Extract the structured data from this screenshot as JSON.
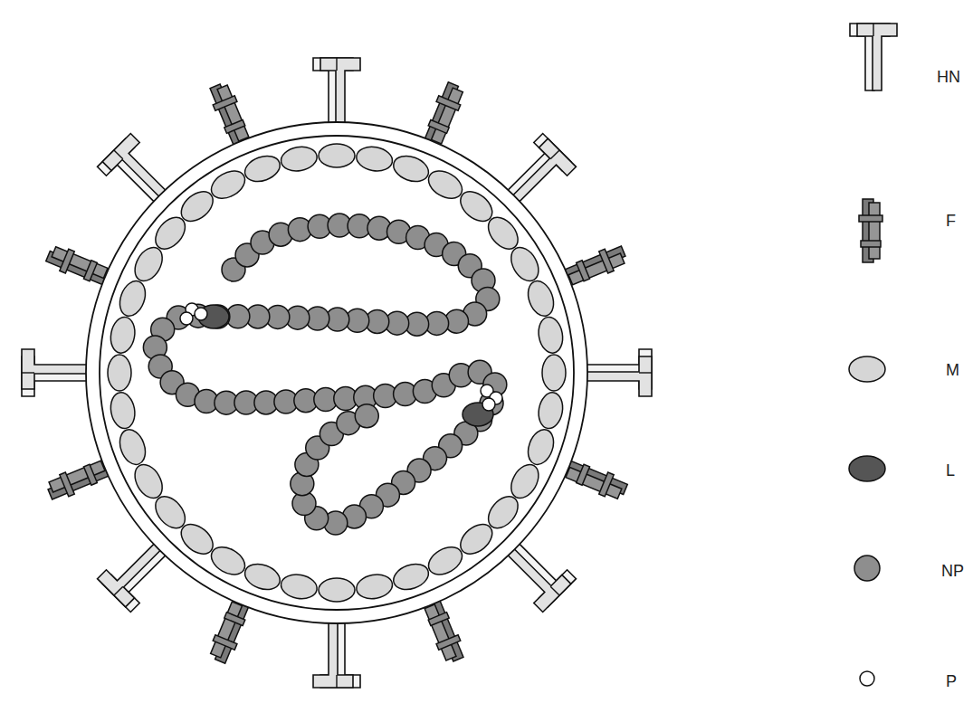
{
  "diagram": {
    "legend": [
      {
        "text": "HN"
      },
      {
        "text": "F"
      },
      {
        "text": "M"
      },
      {
        "text": "L"
      },
      {
        "text": "NP"
      },
      {
        "text": "P"
      }
    ]
  }
}
